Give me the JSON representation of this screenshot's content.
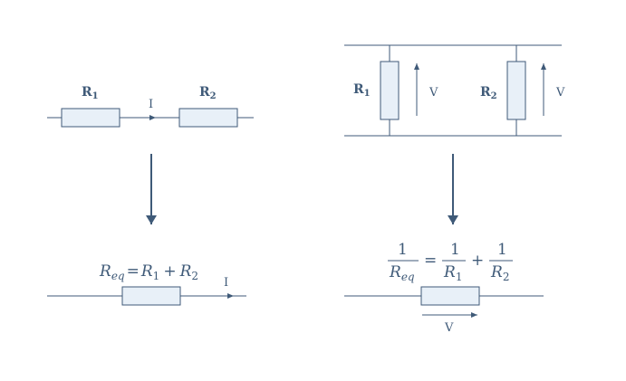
{
  "colors": {
    "stroke": "#3f5a78",
    "resistor_fill": "#e8f0f8",
    "text": "#3f5a78"
  },
  "series": {
    "r1_main": "R",
    "r1_sub": "1",
    "r2_main": "R",
    "r2_sub": "2",
    "current": "I",
    "eq_R": "R",
    "eq_sub": "eq",
    "eq_equals": "=",
    "eq_R1": "R",
    "eq_R1_sub": "1",
    "eq_plus": "+",
    "eq_R2": "R",
    "eq_R2_sub": "2",
    "current_out": "I"
  },
  "parallel": {
    "r1_main": "R",
    "r1_sub": "1",
    "r2_main": "R",
    "r2_sub": "2",
    "v1": "V",
    "v2": "V",
    "one_a": "1",
    "one_b": "1",
    "one_c": "1",
    "eq_R": "R",
    "eq_sub": "eq",
    "eq_equals": "=",
    "frac_R1": "R",
    "frac_R1_sub": "1",
    "frac_R2": "R",
    "frac_R2_sub": "2",
    "eq_plus": "+",
    "v_out": "V"
  }
}
